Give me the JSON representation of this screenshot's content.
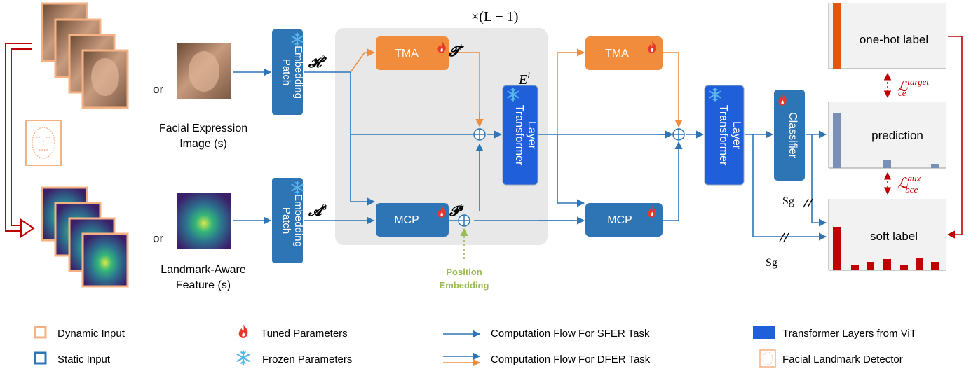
{
  "images": {
    "facial_caption_1": "Facial Expression",
    "facial_caption_2": "Image (s)",
    "landmark_caption_1": "Landmark-Aware",
    "landmark_caption_2": "Feature (s)",
    "or_top": "or",
    "or_bottom": "or"
  },
  "blocks": {
    "patch_embedding_line1": "Patch",
    "patch_embedding_line2": "Embedding",
    "tma": "TMA",
    "mcp": "MCP",
    "transformer_line1": "Transformer",
    "transformer_line2": "Layer",
    "classifier": "Classifier",
    "position_embedding_line1": "Position",
    "position_embedding_line2": "Embedding"
  },
  "symbols": {
    "h0_base": "𝓗",
    "h0_sup": "0",
    "a0_base": "𝓐",
    "a0_sup": "0",
    "t_base": "𝓣",
    "t_sup": "l",
    "p_base": "𝓟",
    "p_sup": "l",
    "e_base": "E",
    "e_sup": "l",
    "repeat_label": "×(L − 1)",
    "sg_top": "Sg",
    "sg_bottom": "Sg"
  },
  "outputs": {
    "onehot_label": "one-hot label",
    "prediction_label": "prediction",
    "soft_label": "soft label",
    "loss_target_base": "ℒ",
    "loss_target_sup": "target",
    "loss_target_sub": "ce",
    "loss_aux_base": "ℒ",
    "loss_aux_sup": "aux",
    "loss_aux_sub": "bce"
  },
  "legend": {
    "dynamic_input": "Dynamic Input",
    "static_input": "Static Input",
    "tuned_parameters": "Tuned Parameters",
    "frozen_parameters": "Frozen Parameters",
    "flow_sfer": "Computation Flow For SFER Task",
    "flow_dfer": "Computation Flow For DFER Task",
    "transformer_vit": "Transformer Layers from ViT",
    "landmark_detector": "Facial Landmark Detector"
  },
  "colors": {
    "block_blue": "#2e75b6",
    "transformer_blue": "#1f5fd9",
    "tma_orange": "#f08c3c",
    "arrow_blue": "#2e75b6",
    "arrow_orange": "#f08c3c",
    "dynamic_frame": "#f4b183",
    "dark_red": "#c00000",
    "legend_green": "#9bbb59",
    "gray_panel": "#e8e8e8"
  }
}
